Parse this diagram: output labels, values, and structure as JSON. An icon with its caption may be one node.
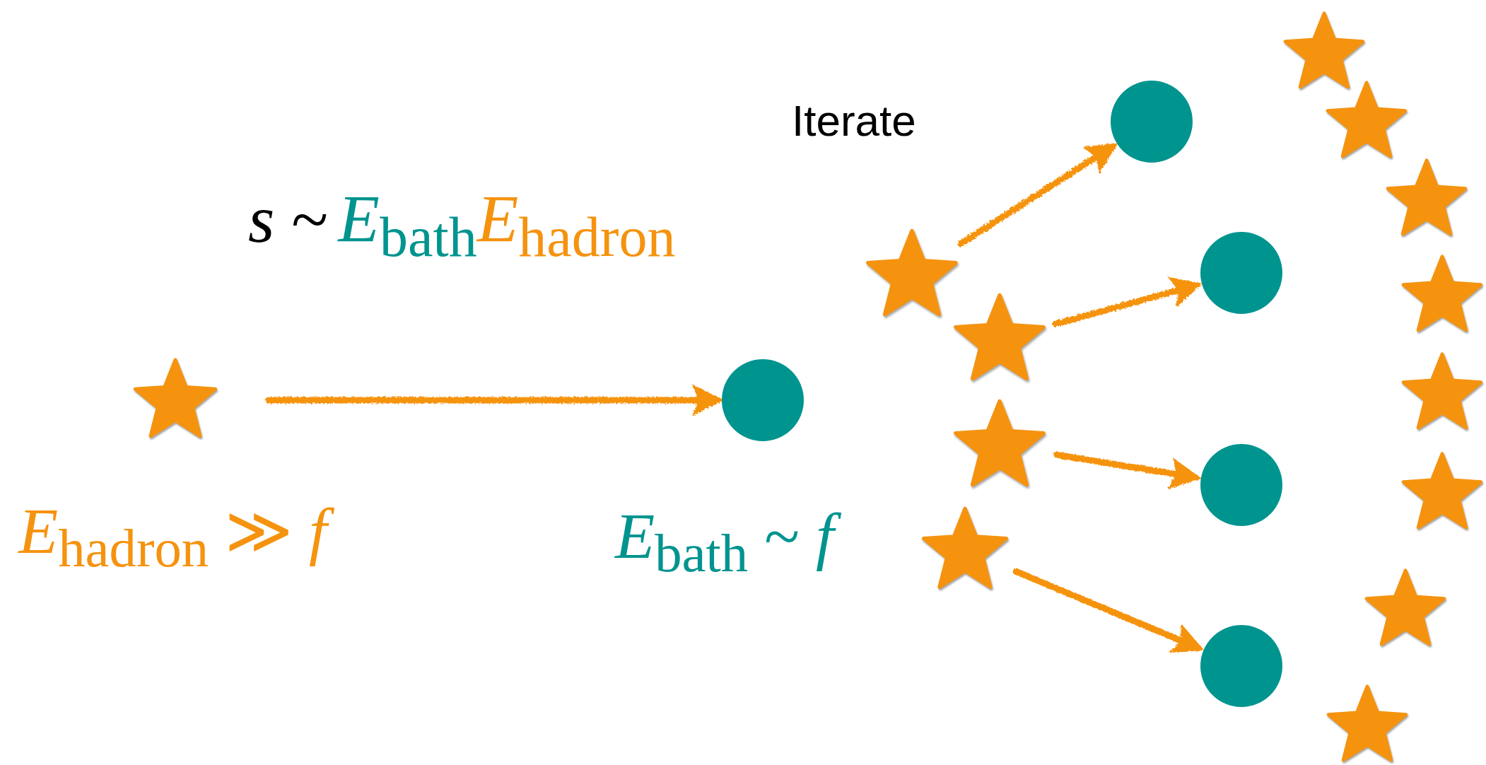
{
  "diagram": {
    "nodes": [
      {
        "text": [],
        "shape": "star",
        "beside": [
          "*E*$_{hadron}$ ≫ *f*"
        ]
      },
      {
        "text": [],
        "shape": "circle",
        "beside": [
          "*E*$_{bath}$ ~ *f*"
        ]
      },
      {
        "text": [],
        "shape": "star"
      },
      {
        "text": [],
        "shape": "star"
      },
      {
        "text": [],
        "shape": "star"
      },
      {
        "text": [],
        "shape": "star"
      },
      {
        "text": [],
        "shape": "circle"
      },
      {
        "text": [],
        "shape": "circle"
      },
      {
        "text": [],
        "shape": "circle"
      },
      {
        "text": [],
        "shape": "circle"
      },
      {
        "text": [],
        "shape": "star"
      },
      {
        "text": [],
        "shape": "star"
      },
      {
        "text": [],
        "shape": "star"
      },
      {
        "text": [],
        "shape": "star"
      },
      {
        "text": [],
        "shape": "star"
      },
      {
        "text": [],
        "shape": "star"
      },
      {
        "text": [],
        "shape": "star"
      },
      {
        "text": [],
        "shape": "star"
      }
    ],
    "edges": [
      {
        "from": 0,
        "to": 1,
        "arrow": "to"
      },
      {
        "from": 2,
        "to": 6,
        "arrow": "to"
      },
      {
        "from": 3,
        "to": 7,
        "arrow": "to"
      },
      {
        "from": 4,
        "to": 8,
        "arrow": "to"
      },
      {
        "from": 5,
        "to": 9,
        "arrow": "to"
      }
    ],
    "labels": [
      "*s* ~",
      "*E*$_{bath}$",
      "*E*$_{hadron}$",
      "Iterate"
    ]
  }
}
